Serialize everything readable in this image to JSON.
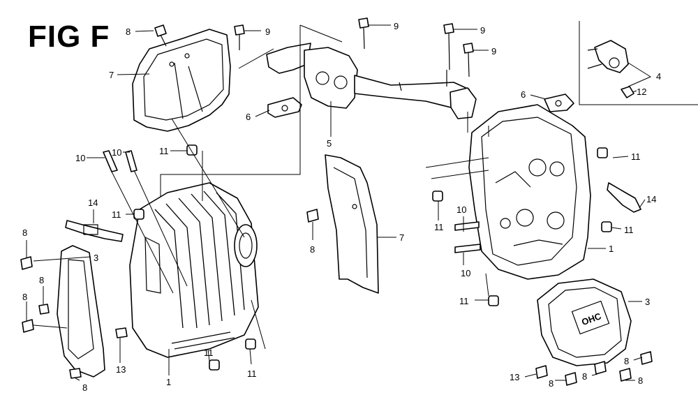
{
  "figure": {
    "title": "FIG F"
  },
  "callouts": [
    {
      "id": "c8-top",
      "label": "8"
    },
    {
      "id": "c9-a",
      "label": "9"
    },
    {
      "id": "c9-b",
      "label": "9"
    },
    {
      "id": "c9-c",
      "label": "9"
    },
    {
      "id": "c9-d",
      "label": "9"
    },
    {
      "id": "c7-top",
      "label": "7"
    },
    {
      "id": "c6-left",
      "label": "6"
    },
    {
      "id": "c5",
      "label": "5"
    },
    {
      "id": "c6-right",
      "label": "6"
    },
    {
      "id": "c4",
      "label": "4"
    },
    {
      "id": "c12",
      "label": "12"
    },
    {
      "id": "c10-a",
      "label": "10"
    },
    {
      "id": "c10-b",
      "label": "10"
    },
    {
      "id": "c11-a",
      "label": "11"
    },
    {
      "id": "c11-b",
      "label": "11"
    },
    {
      "id": "c14-left",
      "label": "14"
    },
    {
      "id": "c8-left-a",
      "label": "8"
    },
    {
      "id": "c3-left",
      "label": "3"
    },
    {
      "id": "c8-left-b",
      "label": "8"
    },
    {
      "id": "c8-left-c",
      "label": "8"
    },
    {
      "id": "c13-left",
      "label": "13"
    },
    {
      "id": "c11-c",
      "label": "11"
    },
    {
      "id": "c11-d",
      "label": "11"
    },
    {
      "id": "c1-left",
      "label": "1"
    },
    {
      "id": "c8-left-d",
      "label": "8"
    },
    {
      "id": "c8-mid",
      "label": "8"
    },
    {
      "id": "c7-mid",
      "label": "7"
    },
    {
      "id": "c11-e",
      "label": "11"
    },
    {
      "id": "c11-f",
      "label": "11"
    },
    {
      "id": "c10-c",
      "label": "10"
    },
    {
      "id": "c10-d",
      "label": "10"
    },
    {
      "id": "c14-right",
      "label": "14"
    },
    {
      "id": "c11-g",
      "label": "11"
    },
    {
      "id": "c1-right",
      "label": "1"
    },
    {
      "id": "c11-h",
      "label": "11"
    },
    {
      "id": "c3-right",
      "label": "3"
    },
    {
      "id": "c8-right-a",
      "label": "8"
    },
    {
      "id": "c13-right",
      "label": "13"
    },
    {
      "id": "c8-right-b",
      "label": "8"
    },
    {
      "id": "c8-right-c",
      "label": "8"
    },
    {
      "id": "c8-right-d",
      "label": "8"
    }
  ],
  "cover_emblem": {
    "text": "OHC"
  }
}
